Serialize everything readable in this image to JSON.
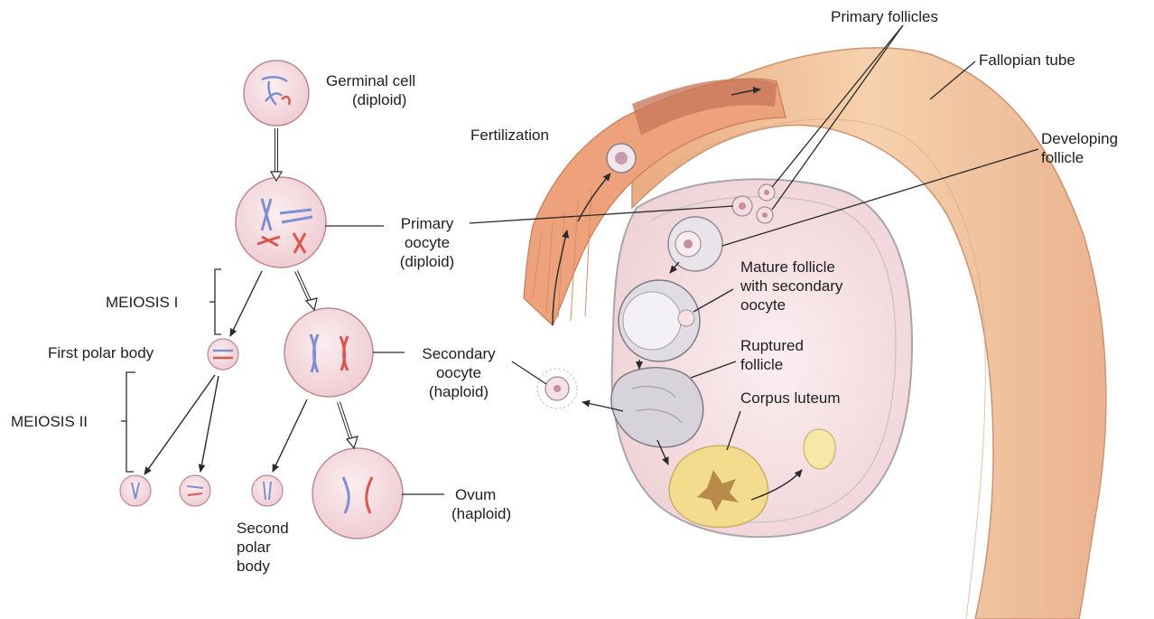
{
  "labels": {
    "germinal_cell": [
      "Germinal cell",
      "(diploid)"
    ],
    "primary_oocyte": [
      "Primary",
      "oocyte",
      "(diploid)"
    ],
    "meiosis_1": "MEIOSIS I",
    "first_polar_body": "First polar body",
    "meiosis_2": "MEIOSIS II",
    "secondary_oocyte": [
      "Secondary",
      "oocyte",
      "(haploid)"
    ],
    "second_polar_body": [
      "Second",
      "polar",
      "body"
    ],
    "ovum": [
      "Ovum",
      "(haploid)"
    ],
    "fertilization": "Fertilization",
    "primary_follicles": "Primary follicles",
    "fallopian_tube": "Fallopian tube",
    "developing_follicle": [
      "Developing",
      "follicle"
    ],
    "mature_follicle": [
      "Mature follicle",
      "with secondary",
      "oocyte"
    ],
    "ruptured_follicle": [
      "Ruptured",
      "follicle"
    ],
    "corpus_luteum": "Corpus luteum"
  },
  "colors": {
    "cell_fill": "#f7dde0",
    "cell_stroke": "#b98a93",
    "chromosome_blue": "#7f8fd1",
    "chromosome_red": "#d9574f",
    "tube_fill": "#f2c39a",
    "ovary_fill": "#f7e2e4",
    "corpus_luteum": "#f3dc8e",
    "line": "#2a2a2a"
  }
}
